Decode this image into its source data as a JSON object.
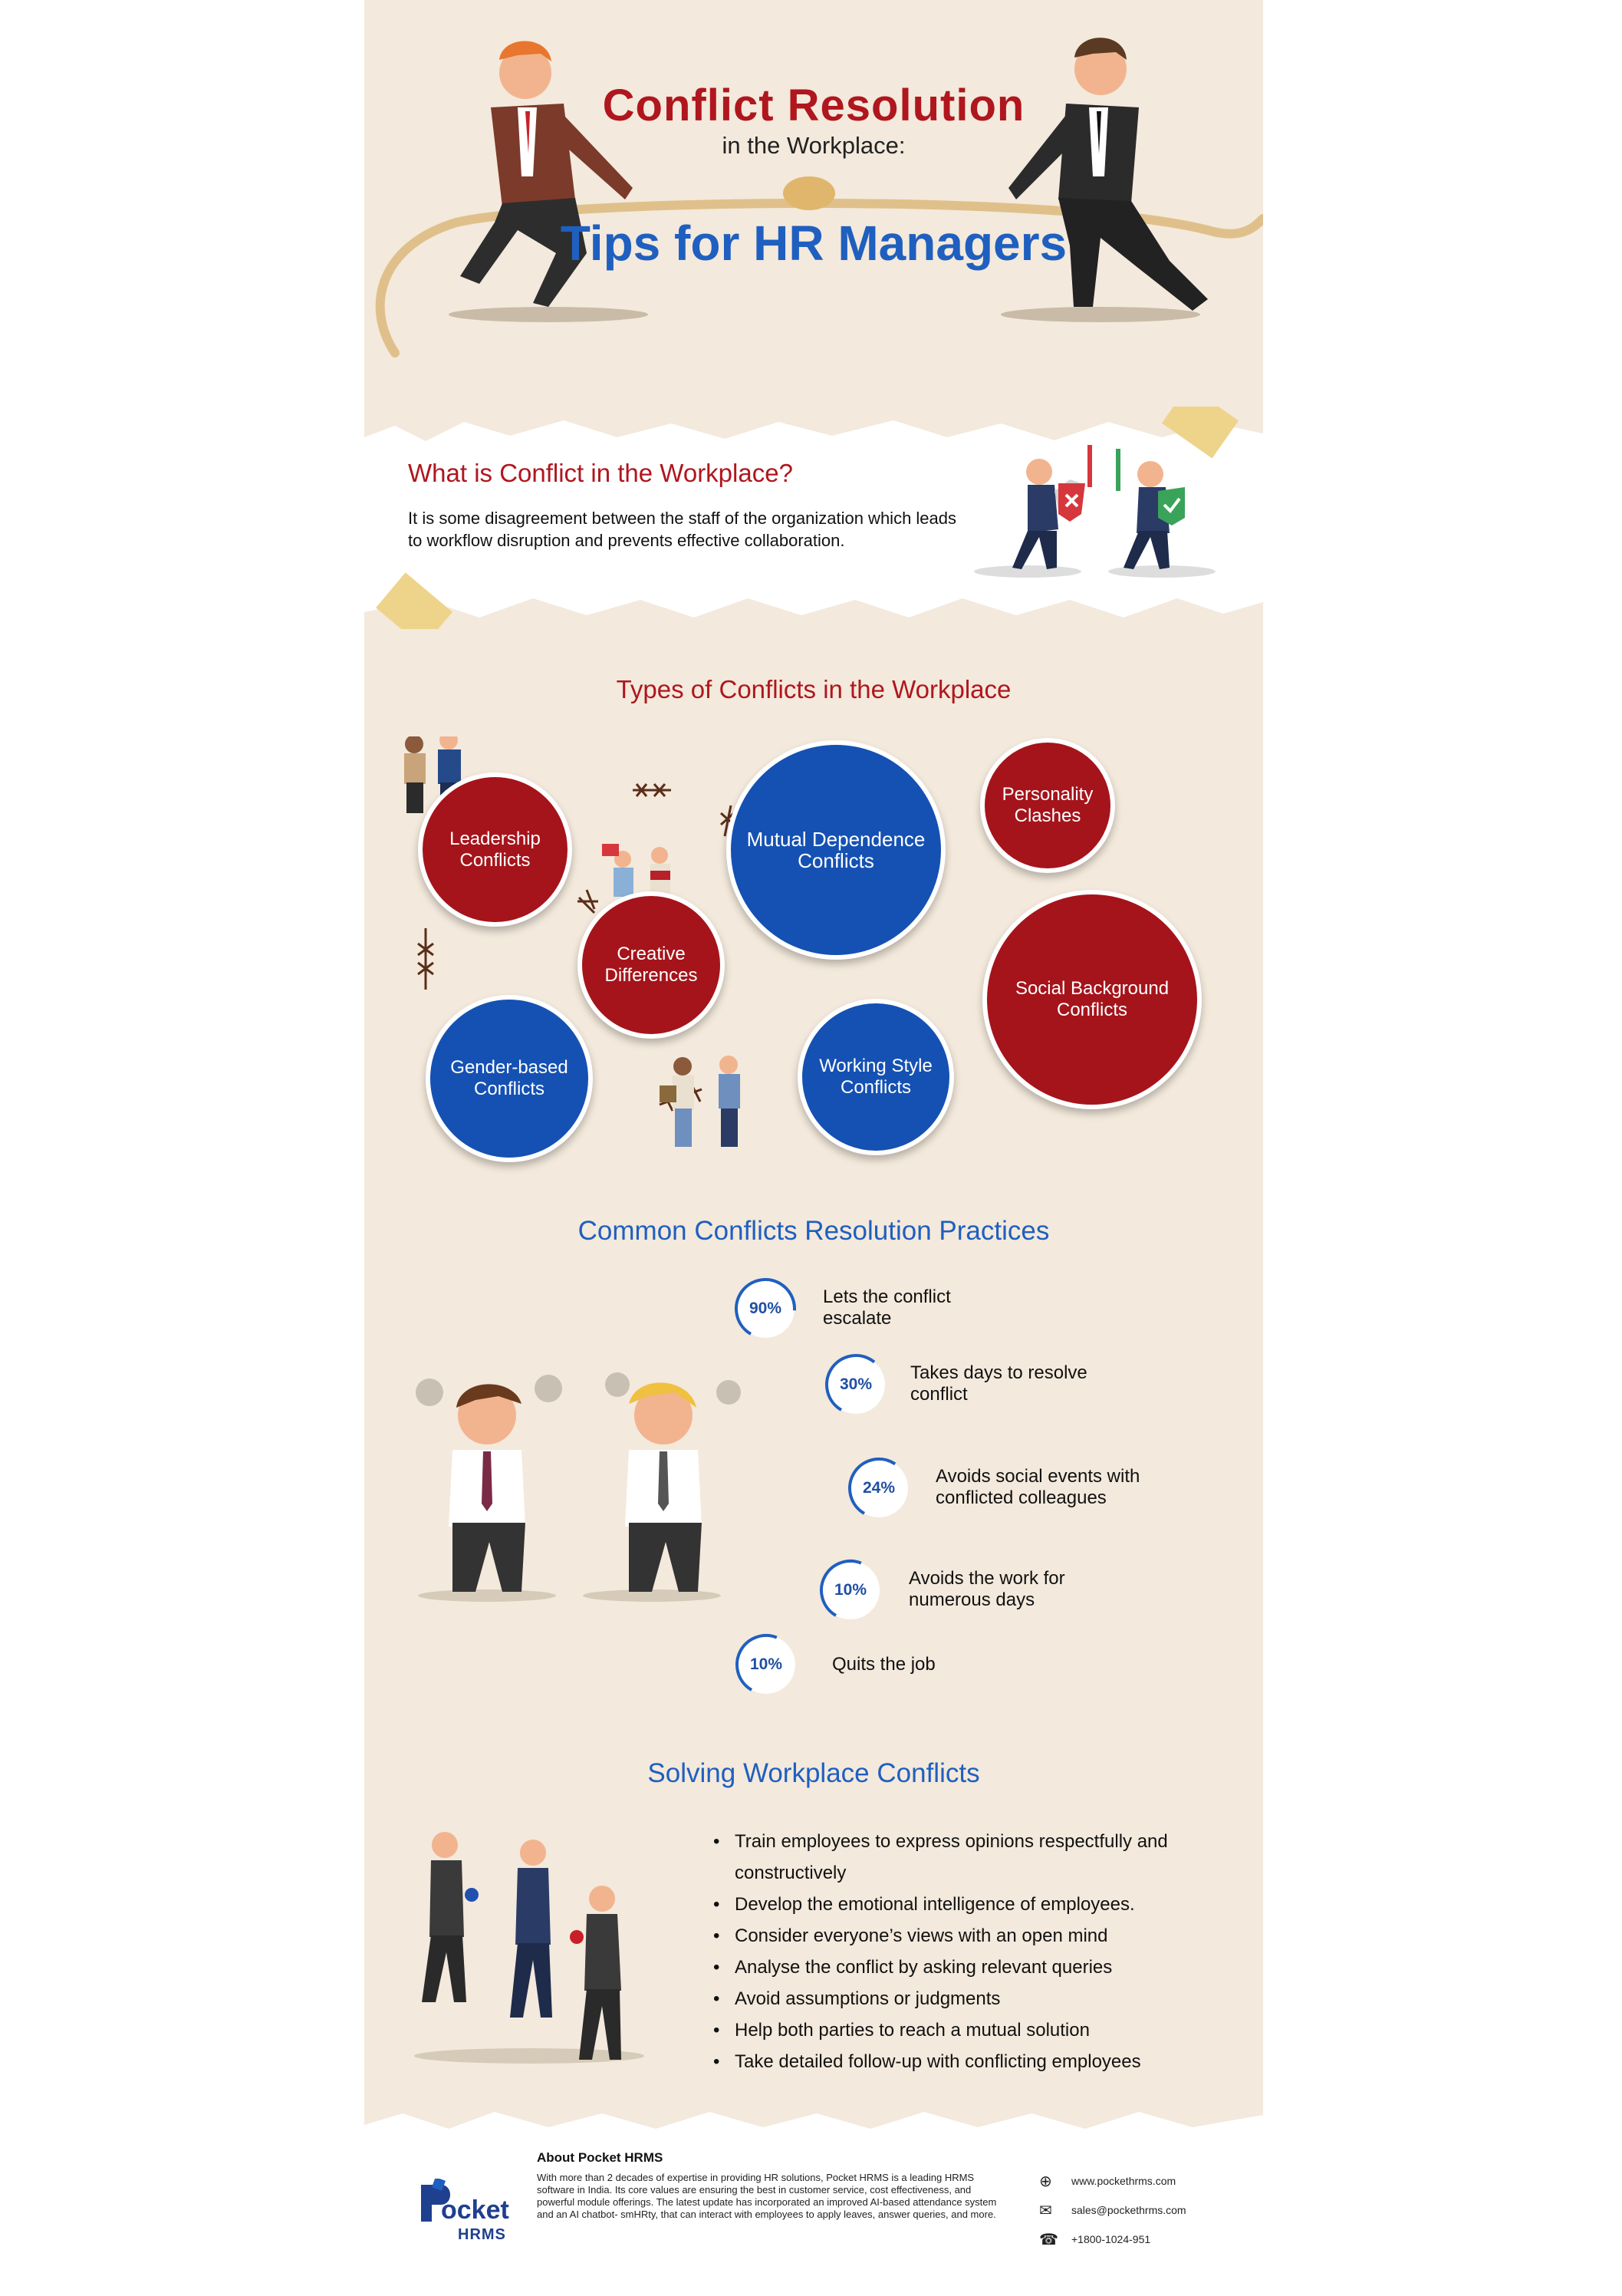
{
  "header": {
    "title": "Conflict Resolution",
    "subtitle": "in the Workplace:",
    "tagline": "Tips for HR Managers"
  },
  "what_is": {
    "heading": "What is Conflict in the Workplace?",
    "text": "It is some disagreement between the staff of the organization which leads to workflow disruption and prevents effective collaboration."
  },
  "types": {
    "heading": "Types of Conflicts in the Workplace",
    "items": [
      {
        "label": "Leadership Conflicts",
        "color": "#a5141b"
      },
      {
        "label": "Mutual Dependence Conflicts",
        "color": "#1551b3"
      },
      {
        "label": "Personality Clashes",
        "color": "#a5141b"
      },
      {
        "label": "Creative Differences",
        "color": "#a5141b"
      },
      {
        "label": "Social Background Conflicts",
        "color": "#a5141b"
      },
      {
        "label": "Gender-based Conflicts",
        "color": "#1551b3"
      },
      {
        "label": "Working Style Conflicts",
        "color": "#1551b3"
      }
    ]
  },
  "practices": {
    "heading": "Common Conflicts Resolution Practices",
    "stats": [
      {
        "percent": "90%",
        "value": 90,
        "text": "Lets the conflict escalate"
      },
      {
        "percent": "30%",
        "value": 30,
        "text": "Takes days to resolve conflict"
      },
      {
        "percent": "24%",
        "value": 24,
        "text": "Avoids social events with conflicted colleagues"
      },
      {
        "percent": "10%",
        "value": 10,
        "text": "Avoids the work for numerous days"
      },
      {
        "percent": "10%",
        "value": 10,
        "text": "Quits the job"
      }
    ]
  },
  "solving": {
    "heading": "Solving Workplace Conflicts",
    "tips": [
      "Train employees to express opinions respectfully and constructively",
      "Develop the emotional intelligence of employees.",
      "Consider everyone’s views with an open mind",
      "Analyse the conflict by asking relevant queries",
      "Avoid assumptions or judgments",
      "Help both parties to reach a mutual solution",
      "Take detailed follow-up with conflicting employees"
    ]
  },
  "footer": {
    "about_heading": "About Pocket HRMS",
    "about_text": "With more than 2 decades of expertise in providing HR solutions, Pocket HRMS is a leading HRMS software in India. Its core values are ensuring the best in customer service, cost effectiveness, and powerful module offerings. The latest update has incorporated an improved AI-based attendance system and an AI chatbot- smHRty, that can interact with employees to apply leaves, answer queries, and more.",
    "logo_word": "ocket",
    "logo_sub": "HRMS",
    "website": "www.pockethrms.com",
    "email": "sales@pockethrms.com",
    "phone": "+1800-1024-951"
  },
  "colors": {
    "red": "#b0161e",
    "blue": "#1f5fbf",
    "background": "#f3e9dc"
  }
}
